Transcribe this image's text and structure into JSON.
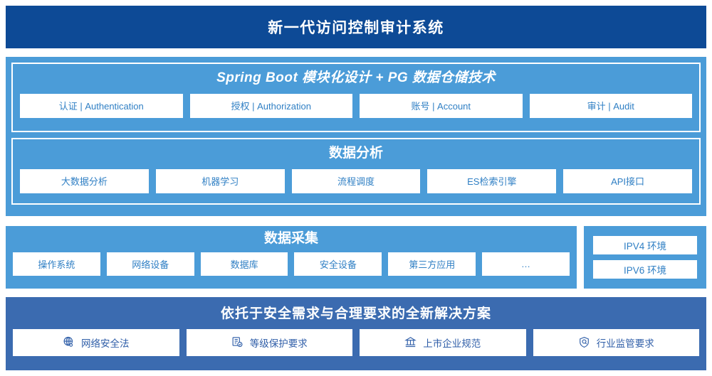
{
  "header": {
    "title": "新一代访问控制审计系统"
  },
  "application_layer": {
    "modules": {
      "title": "Spring Boot 模块化设计 + PG 数据仓储技术",
      "items": [
        {
          "label": "认证 | Authentication"
        },
        {
          "label": "授权 | Authorization"
        },
        {
          "label": "账号 | Account"
        },
        {
          "label": "审计 | Audit"
        }
      ]
    },
    "analysis": {
      "title": "数据分析",
      "items": [
        {
          "label": "大数据分析"
        },
        {
          "label": "机器学习"
        },
        {
          "label": "流程调度"
        },
        {
          "label": "ES检索引擎"
        },
        {
          "label": "API接口"
        }
      ]
    }
  },
  "collection": {
    "title": "数据采集",
    "items": [
      {
        "label": "操作系统"
      },
      {
        "label": "网络设备"
      },
      {
        "label": "数据库"
      },
      {
        "label": "安全设备"
      },
      {
        "label": "第三方应用"
      },
      {
        "label": "…"
      }
    ]
  },
  "environments": {
    "items": [
      {
        "label": "IPV4 环境"
      },
      {
        "label": "IPV6 环境"
      }
    ]
  },
  "solution": {
    "title": "依托于安全需求与合理要求的全新解决方案",
    "items": [
      {
        "label": "网络安全法",
        "icon": "globe-icon"
      },
      {
        "label": "等级保护要求",
        "icon": "document-check-icon"
      },
      {
        "label": "上市企业规范",
        "icon": "bank-icon"
      },
      {
        "label": "行业监管要求",
        "icon": "shield-search-icon"
      }
    ]
  },
  "colors": {
    "header_navy": "#0d4a96",
    "panel_blue": "#4b9cd8",
    "solution_navy": "#3b6bb0",
    "chip_text_blue": "#2f7fc4",
    "chip_text_navy": "#2f5ea8",
    "chip_bg": "#ffffff"
  }
}
